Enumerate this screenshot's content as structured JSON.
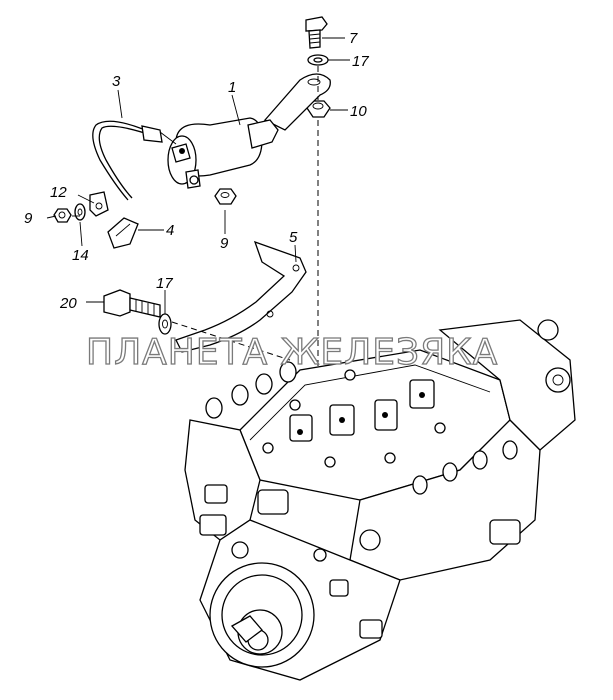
{
  "callouts": {
    "c1": "1",
    "c3": "3",
    "c4": "4",
    "c5": "5",
    "c7": "7",
    "c9a": "9",
    "c9b": "9",
    "c10": "10",
    "c12": "12",
    "c14": "14",
    "c17a": "17",
    "c17b": "17",
    "c20": "20"
  },
  "watermark": "ПЛАНЕТА ЖЕЛЕЗЯКА"
}
